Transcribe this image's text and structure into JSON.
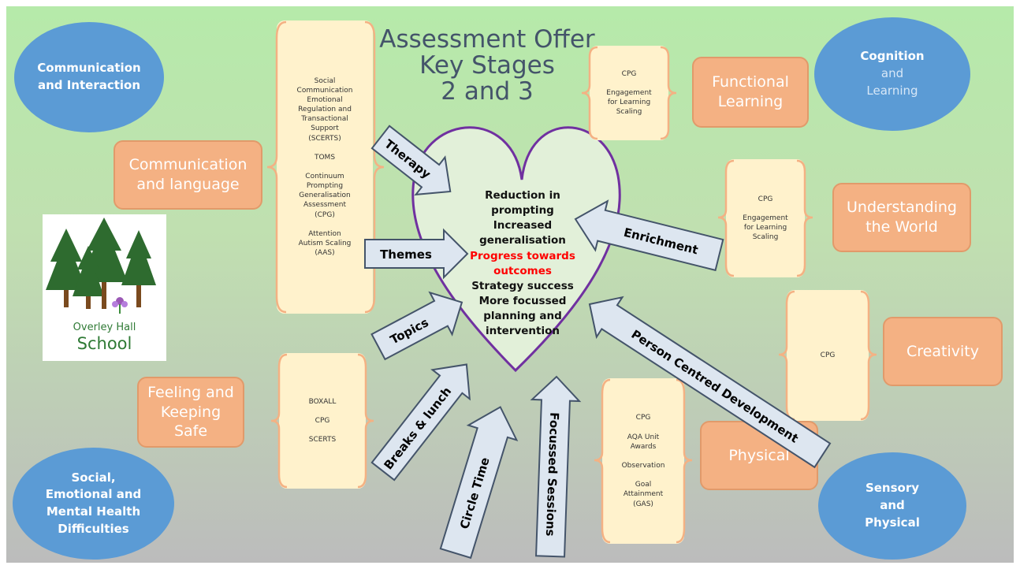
{
  "title": {
    "line1": "Assessment Offer",
    "line2": "Key Stages",
    "line3": "2 and 3"
  },
  "ovals": {
    "comm_interaction": [
      "Communication",
      "and Interaction"
    ],
    "cognition": [
      "Cognition",
      "and",
      "Learning"
    ],
    "semh": [
      "Social,",
      "Emotional and",
      "Mental Health",
      "Difficulties"
    ],
    "sensory": [
      "Sensory",
      "and",
      "Physical"
    ]
  },
  "orange": {
    "comm_language": [
      "Communication",
      "and language"
    ],
    "functional": [
      "Functional",
      "Learning"
    ],
    "understanding": [
      "Understanding",
      "the World"
    ],
    "creativity": [
      "Creativity"
    ],
    "feeling": [
      "Feeling and",
      "Keeping",
      "Safe"
    ],
    "physical": [
      "Physical"
    ]
  },
  "cream": {
    "left_top": "Social\nCommunication\nEmotional\nRegulation and\nTransactional\nSupport\n(SCERTS)\n\nTOMS\n\nContinuum\nPrompting\nGeneralisation\nAssessment\n(CPG)\n\nAttention\nAutism Scaling\n(AAS)",
    "top_mid": "CPG\n\nEngagement\nfor Learning\nScaling",
    "right_mid": "CPG\n\nEngagement\nfor Learning\nScaling",
    "right_creat": "CPG",
    "left_bottom": "BOXALL\n\nCPG\n\nSCERTS",
    "bottom_mid": "CPG\n\nAQA Unit\nAwards\n\nObservation\n\nGoal\nAttainment\n(GAS)"
  },
  "heart": {
    "lines": [
      "Reduction in",
      "prompting",
      "Increased",
      "generalisation"
    ],
    "highlight": [
      "Progress towards",
      "outcomes"
    ],
    "lines2": [
      "Strategy success",
      "More focussed",
      "planning and",
      "intervention"
    ]
  },
  "arrows": {
    "therapy": "Therapy",
    "themes": "Themes",
    "topics": "Topics",
    "breaks": "Breaks & lunch",
    "circle": "Circle Time",
    "focussed": "Focussed Sessions",
    "enrichment": "Enrichment",
    "person": "Person Centred Development"
  },
  "logo": {
    "line1": "Overley Hall",
    "line2": "School"
  },
  "colors": {
    "oval": "#5b9bd5",
    "orange": "#f4b183",
    "cream": "#fff2cc",
    "heart_stroke": "#7030a0",
    "arrow_fill": "#dde6f0",
    "arrow_stroke": "#44546a",
    "highlight": "#ff0000"
  }
}
